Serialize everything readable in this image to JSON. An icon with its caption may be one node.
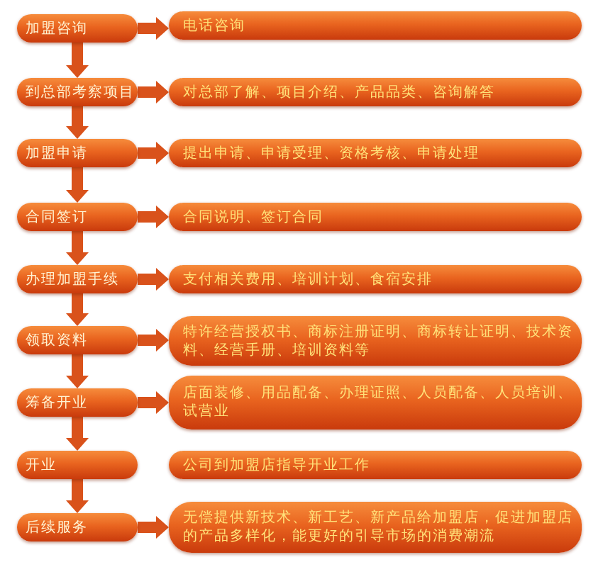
{
  "diagram": {
    "nodes": [
      {
        "text": [
          "加盟咨询"
        ]
      },
      {
        "text": [
          "电话咨询"
        ]
      },
      {
        "text": [
          "到总部考察项目"
        ]
      },
      {
        "text": [
          "对总部了解、项目介绍、产品品类、咨询解答"
        ]
      },
      {
        "text": [
          "加盟申请"
        ]
      },
      {
        "text": [
          "提出申请、申请受理、资格考核、申请处理"
        ]
      },
      {
        "text": [
          "合同签订"
        ]
      },
      {
        "text": [
          "合同说明、签订合同"
        ]
      },
      {
        "text": [
          "办理加盟手续"
        ]
      },
      {
        "text": [
          "支付相关费用、培训计划、食宿安排"
        ]
      },
      {
        "text": [
          "领取资料"
        ]
      },
      {
        "text": [
          "特许经营授权书、商标注册证明、商标转让证明、技术资料、经营手册、培训资料等"
        ]
      },
      {
        "text": [
          "筹备开业"
        ]
      },
      {
        "text": [
          "店面装修、用品配备、办理证照、人员配备、人员培训、试营业"
        ]
      },
      {
        "text": [
          "开业"
        ]
      },
      {
        "text": [
          "公司到加盟店指导开业工作"
        ]
      },
      {
        "text": [
          "后续服务"
        ]
      },
      {
        "text": [
          "无偿提供新技术、新工艺、新产品给加盟店，促进加盟店的产品多样化，能更好的引导市场的消费潮流"
        ]
      }
    ],
    "edges": [
      {
        "from": 0,
        "to": 1,
        "arrow": "to"
      },
      {
        "from": 0,
        "to": 2,
        "arrow": "to"
      },
      {
        "from": 2,
        "to": 3,
        "arrow": "to"
      },
      {
        "from": 2,
        "to": 4,
        "arrow": "to"
      },
      {
        "from": 4,
        "to": 5,
        "arrow": "to"
      },
      {
        "from": 4,
        "to": 6,
        "arrow": "to"
      },
      {
        "from": 6,
        "to": 7,
        "arrow": "to"
      },
      {
        "from": 6,
        "to": 8,
        "arrow": "to"
      },
      {
        "from": 8,
        "to": 9,
        "arrow": "to"
      },
      {
        "from": 8,
        "to": 10,
        "arrow": "to"
      },
      {
        "from": 10,
        "to": 11,
        "arrow": "to"
      },
      {
        "from": 10,
        "to": 12,
        "arrow": "to"
      },
      {
        "from": 12,
        "to": 13,
        "arrow": "to"
      },
      {
        "from": 12,
        "to": 14,
        "arrow": "to"
      },
      {
        "from": 14,
        "to": 16,
        "arrow": "to"
      },
      {
        "from": 16,
        "to": 17,
        "arrow": "to"
      }
    ]
  }
}
